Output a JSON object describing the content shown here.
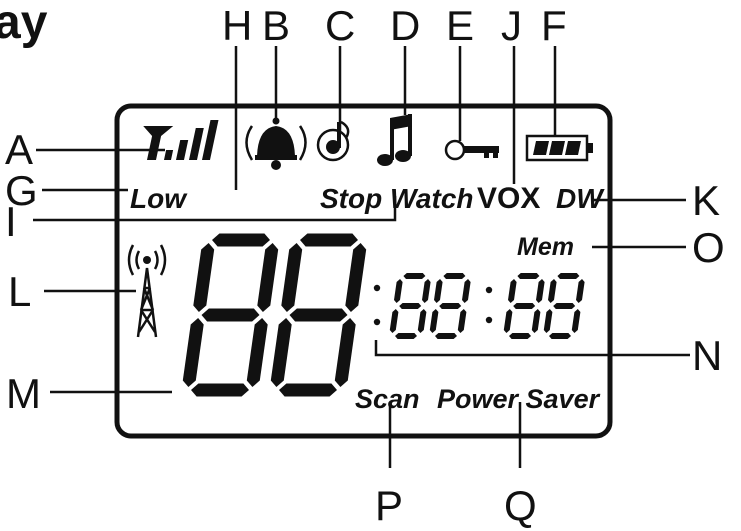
{
  "title_fragment": "ay",
  "lcd": {
    "low": "Low",
    "stop": "Stop",
    "watch": "Watch",
    "vox": "VOX",
    "dw": "DW",
    "mem": "Mem",
    "scan": "Scan",
    "power_saver": "Power Saver"
  },
  "callouts": {
    "A": "A",
    "B": "B",
    "C": "C",
    "D": "D",
    "E": "E",
    "F": "F",
    "G": "G",
    "H": "H",
    "I": "I",
    "J": "J",
    "K": "K",
    "L": "L",
    "M": "M",
    "N": "N",
    "O": "O",
    "P": "P",
    "Q": "Q"
  },
  "colors": {
    "ink": "#111111",
    "background": "#ffffff"
  }
}
